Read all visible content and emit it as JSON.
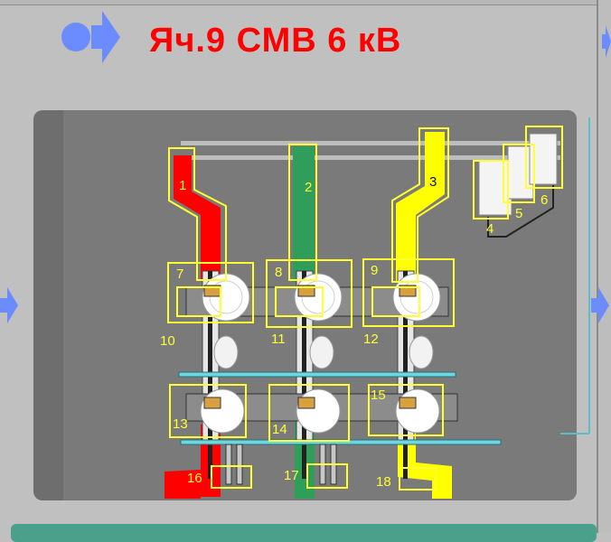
{
  "header": {
    "title": "Яч.9  СМВ 6 кВ"
  },
  "phases": {
    "a": {
      "label": "1",
      "color": "#ff0000"
    },
    "b": {
      "label": "2",
      "color": "#2e9e5a"
    },
    "c": {
      "label": "3",
      "color": "#ffff00"
    }
  },
  "insulators_top": [
    "4",
    "5",
    "6"
  ],
  "upper_contacts": [
    "7",
    "8",
    "9"
  ],
  "upper_drive_labels": [
    "10",
    "11",
    "12"
  ],
  "lower_contacts": [
    "13",
    "14",
    "15"
  ],
  "earthing_switches": [
    "16",
    "17",
    "18"
  ],
  "colors": {
    "highlight_frame": "#ffff33",
    "bus_cyan": "#6fd6e0",
    "title_red": "#ff0000",
    "nav_blue": "#6a8cff"
  }
}
